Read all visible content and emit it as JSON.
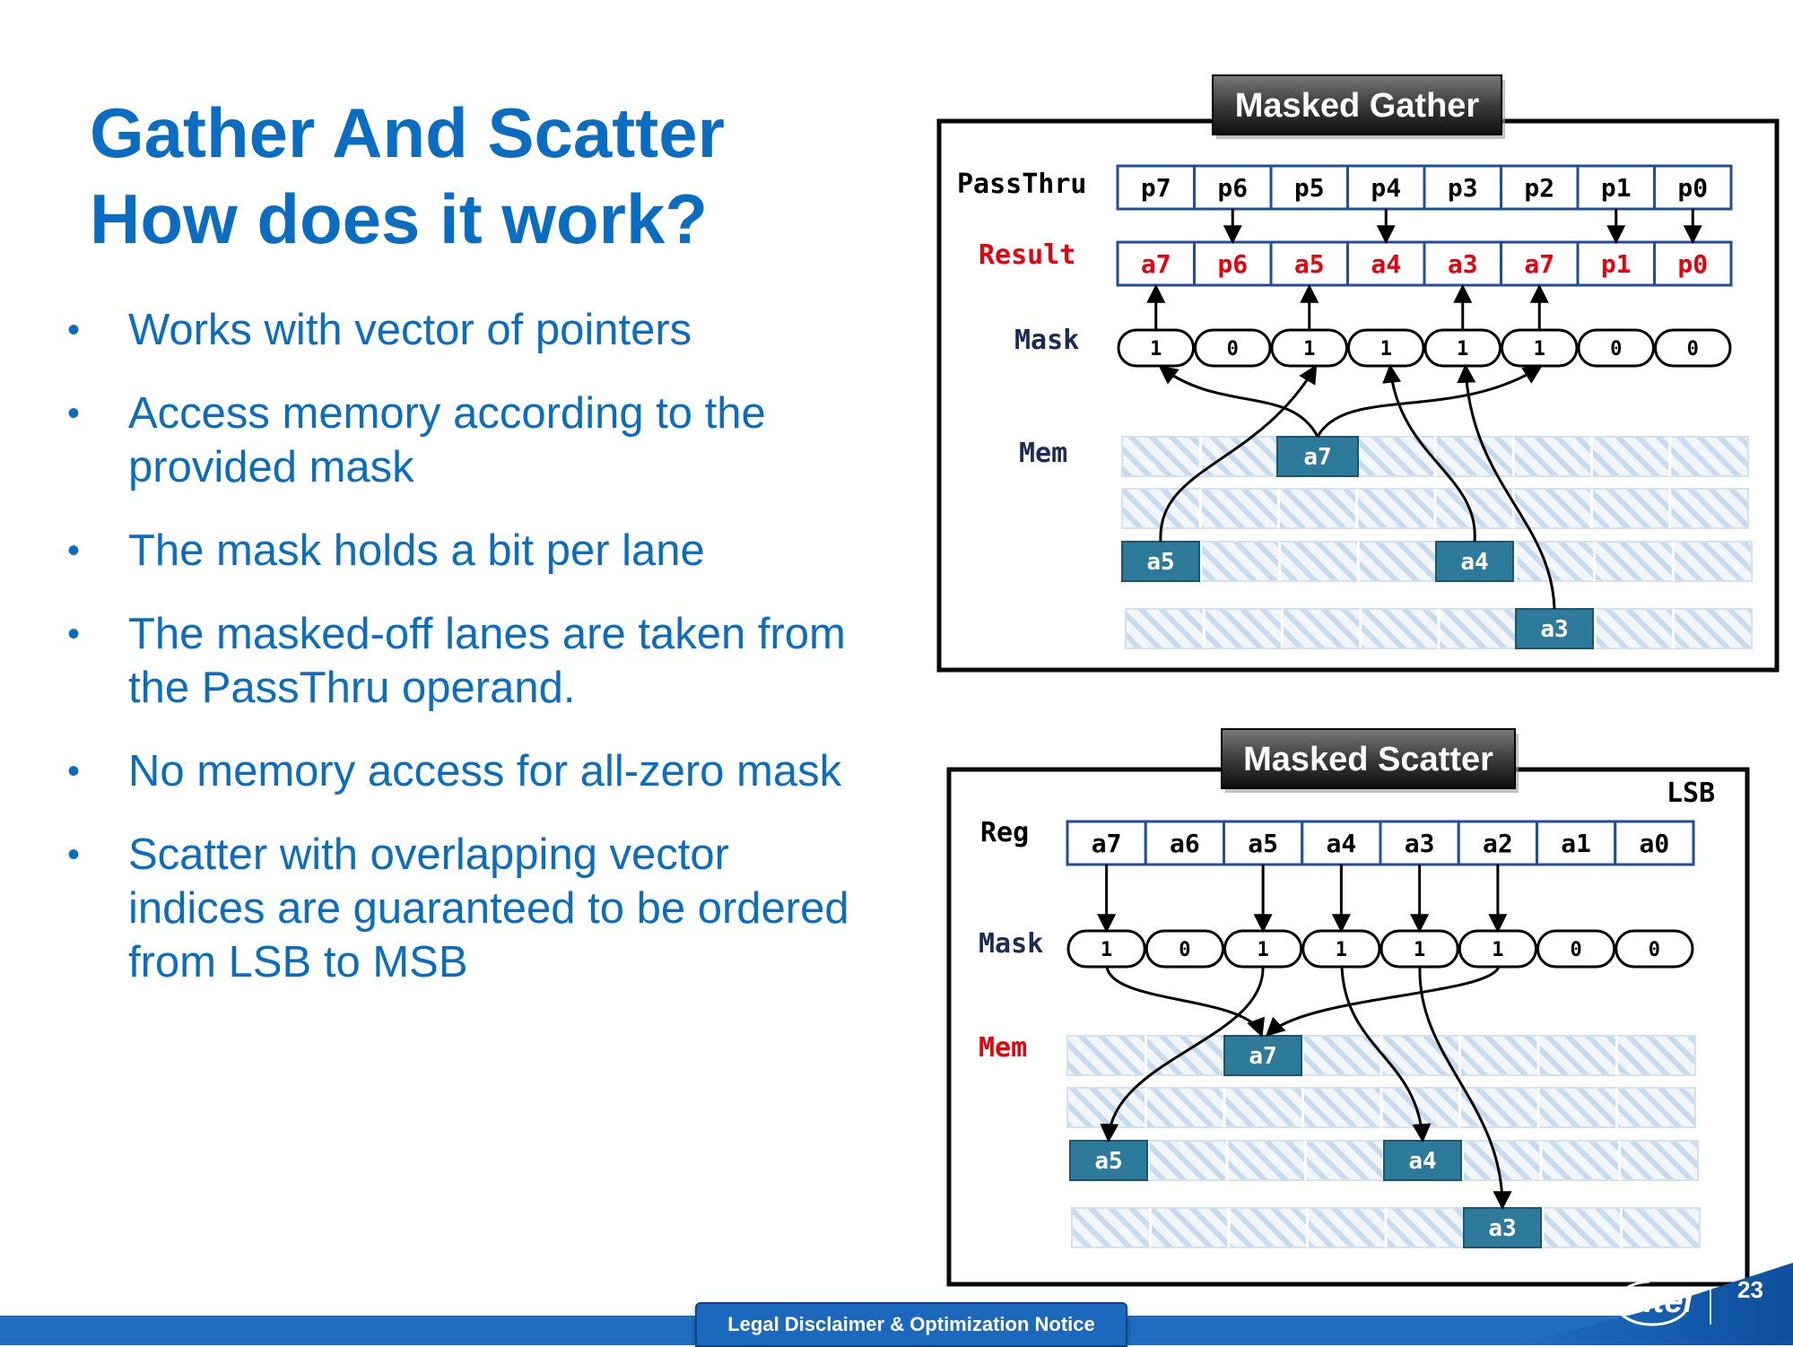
{
  "slide": {
    "title_line1": "Gather And Scatter",
    "title_line2": "How does it work?",
    "bullets": [
      "Works with vector of pointers",
      "Access memory according to the\nprovided mask",
      "The mask holds a bit per lane",
      "The masked-off lanes are taken from\nthe PassThru operand.",
      "No memory access for all-zero mask",
      "Scatter with overlapping vector\nindices are guaranteed to be ordered\nfrom LSB to MSB"
    ]
  },
  "gather": {
    "tag": "Masked Gather",
    "passthru_label": "PassThru",
    "result_label": "Result",
    "mask_label": "Mask",
    "mem_label": "Mem",
    "passthru": [
      "p7",
      "p6",
      "p5",
      "p4",
      "p3",
      "p2",
      "p1",
      "p0"
    ],
    "result": [
      "a7",
      "p6",
      "a5",
      "a4",
      "a3",
      "a7",
      "p1",
      "p0"
    ],
    "mask": [
      "1",
      "0",
      "1",
      "1",
      "1",
      "1",
      "0",
      "0"
    ],
    "mem_a7": "a7",
    "mem_a5": "a5",
    "mem_a4": "a4",
    "mem_a3": "a3"
  },
  "scatter": {
    "tag": "Masked Scatter",
    "lsb_label": "LSB",
    "reg_label": "Reg",
    "mask_label": "Mask",
    "mem_label": "Mem",
    "reg": [
      "a7",
      "a6",
      "a5",
      "a4",
      "a3",
      "a2",
      "a1",
      "a0"
    ],
    "mask": [
      "1",
      "0",
      "1",
      "1",
      "1",
      "1",
      "0",
      "0"
    ],
    "mem_a7": "a7",
    "mem_a5": "a5",
    "mem_a4": "a4",
    "mem_a3": "a3"
  },
  "footer": {
    "legal": "Legal Disclaimer & Optimization Notice",
    "logo": "intel",
    "page": "23"
  },
  "colors": {
    "title_blue": "#0b6dc2",
    "reg_border": "#1f4e9c",
    "result_red": "#e8000b",
    "mem_block": "#2e7a9a",
    "footer_blue": "#1f6cc1"
  }
}
